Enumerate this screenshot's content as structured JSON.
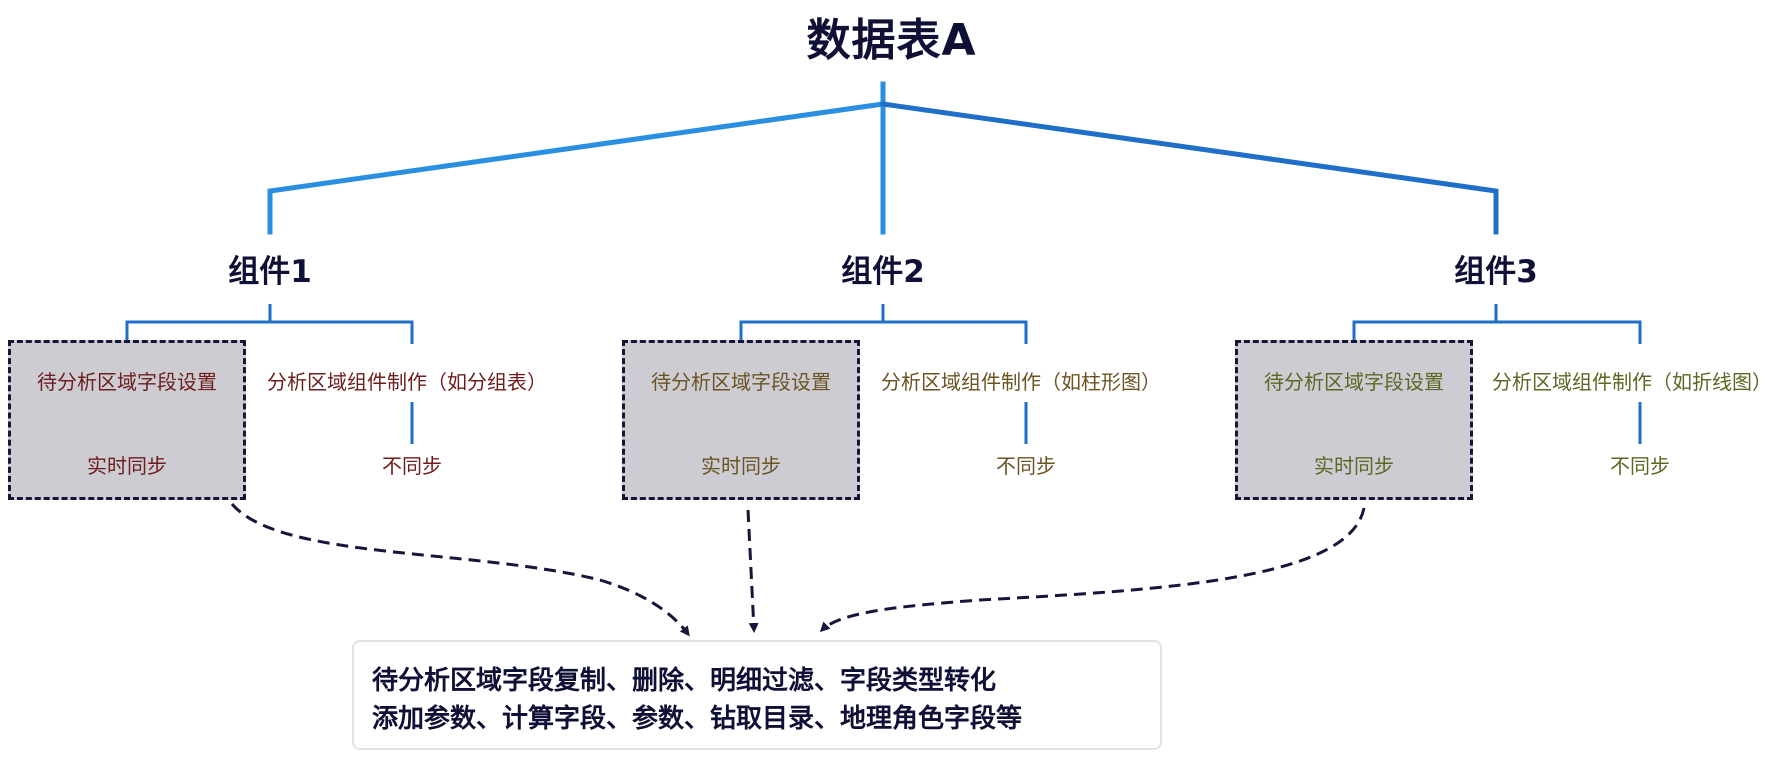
{
  "title": "数据表A",
  "components": [
    {
      "name": "组件1",
      "field_setting": "待分析区域字段设置",
      "component_make": "分析区域组件制作（如分组表）",
      "sync": "实时同步",
      "no_sync": "不同步"
    },
    {
      "name": "组件2",
      "field_setting": "待分析区域字段设置",
      "component_make": "分析区域组件制作（如柱形图）",
      "sync": "实时同步",
      "no_sync": "不同步"
    },
    {
      "name": "组件3",
      "field_setting": "待分析区域字段设置",
      "component_make": "分析区域组件制作（如折线图）",
      "sync": "实时同步",
      "no_sync": "不同步"
    }
  ],
  "summary": {
    "line1": "待分析区域字段复制、删除、明细过滤、字段类型转化",
    "line2": "添加参数、计算字段、参数、钻取目录、地理角色字段等"
  },
  "colors": {
    "tree_line": "#2a8fe0",
    "sub_line": "#1f6fc8",
    "dashed_arrow": "#15163a",
    "box_fill": "#cdccd3"
  }
}
